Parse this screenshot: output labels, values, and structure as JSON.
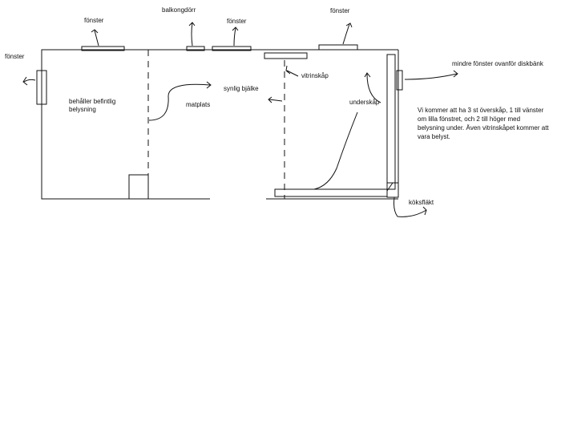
{
  "labels": {
    "fonster_top_left": "fönster",
    "balkongdorr": "balkongdörr",
    "fonster_top_mid": "fönster",
    "fonster_top_right": "fönster",
    "fonster_left": "fönster",
    "behaller_line1": "behåller befintlig",
    "behaller_line2": "belysning",
    "synlig_bjalke": "synlig bjälke",
    "matplats": "matplats",
    "vitrinskap": "vitrinskåp",
    "underskap": "underskåp",
    "mindre_fonster": "mindre fönster ovanför diskbänk",
    "koksflakt": "köksfläkt"
  },
  "note": {
    "line1": "Vi kommer att ha 3 st överskåp, 1 till vänster",
    "line2": "om lilla fönstret, och 2 till höger med",
    "line3": "belysning under. Även vitrinskåpet kommer att",
    "line4": "vara belyst."
  }
}
